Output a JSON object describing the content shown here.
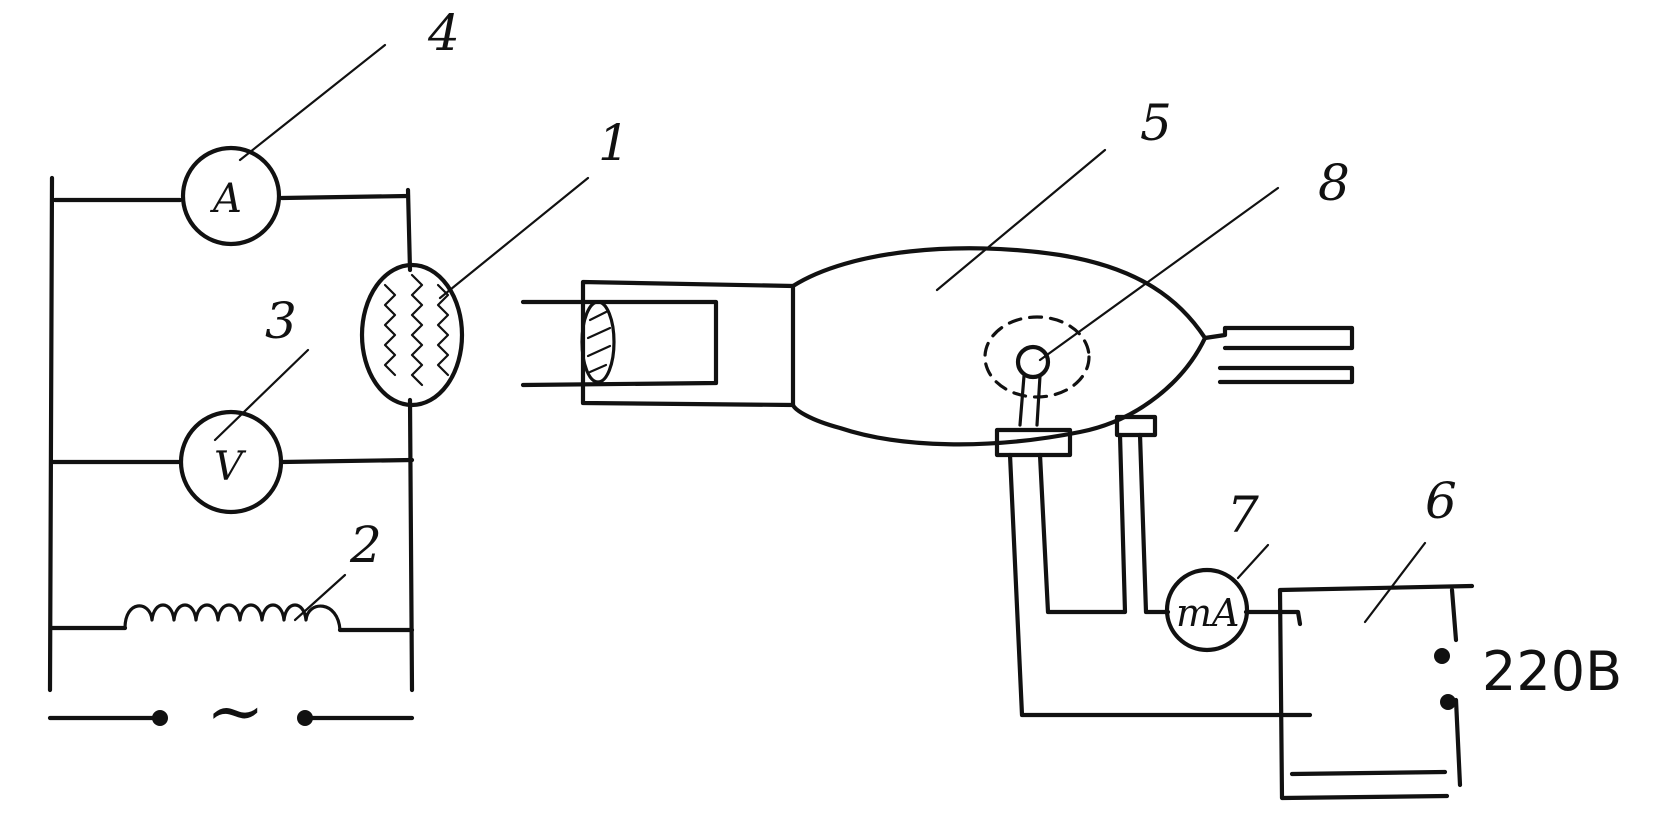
{
  "labels": {
    "photocell": "1",
    "transformer": "2",
    "voltmeter": "3",
    "ammeter": "4",
    "xray_tube": "5",
    "power_unit": "6",
    "milliammeter": "7",
    "anode_spot": "8"
  },
  "meters": {
    "ammeter_symbol": "A",
    "voltmeter_symbol": "V",
    "milliammeter_symbol": "mA"
  },
  "supply": {
    "ac_symbol": "~",
    "mains_voltage": "220В"
  },
  "colors": {
    "ink": "#111111",
    "paper": "#ffffff"
  }
}
